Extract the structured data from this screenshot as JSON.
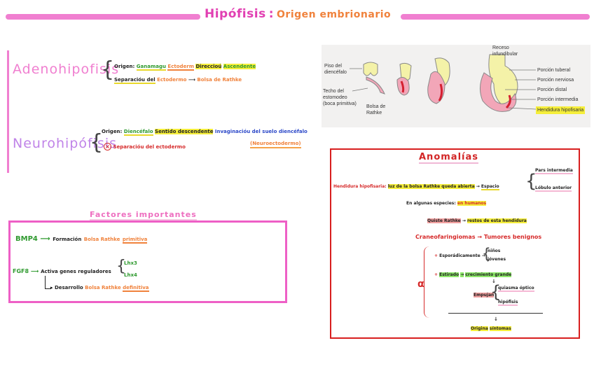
{
  "header": {
    "title": "Hipófisis",
    "separator": ":",
    "subtitle": "Origen embrionario"
  },
  "adeno": {
    "title": "Adenohipofisis",
    "origen_label": "Origen:",
    "origen_1": "Ganamagu",
    "origen_2": "Ectoderm",
    "origen_3": "Direccioú",
    "origen_4": "Ascendente",
    "sep_label": "Separacióu del",
    "sep_from": "Ectodermo",
    "sep_to": "Bolsa de Rathke"
  },
  "neuro": {
    "title": "Neurohipófisis",
    "origen_label": "Origen:",
    "origen_1": "Diencéfalo",
    "origen_2": "Sentido descendente",
    "origen_3": "Invaginacióu del suelo diencéfalo",
    "neuro": "(Neuroectodermo)",
    "no_sep": "Separacióu del ectodermo"
  },
  "factors": {
    "title": "Factores importantes",
    "bmp": "BMP4",
    "bmp_text": "Formación",
    "bmp_detail": "Bolsa Rathke",
    "bmp_primitive": "primitiva",
    "fgf": "FGF8",
    "fgf_text": "Activa genes reguladores",
    "gene1": "Lhx3",
    "gene2": "Lhx4",
    "desarrollo": "Desarrollo",
    "des_detail": "Bolsa Rathke",
    "des_def": "definitiva"
  },
  "figure": {
    "label_piso": "Piso del diencéfalo",
    "label_techo": "Techo del estomodeo (boca primitiva)",
    "label_bolsa": "Bolsa de Rathke",
    "label_receso": "Receso infundibular",
    "label_tuberal": "Porción tuberal",
    "label_nerviosa": "Porción nerviosa",
    "label_distal": "Porción distal",
    "label_intermedia": "Porción intermedia",
    "label_hendidura": "Hendidura hipofisaria"
  },
  "anomalias": {
    "title": "Anomalías",
    "hendidura": "Hendidura hipofisaria:",
    "hendidura_text": "luz de la bolsa Rathke queda abierta",
    "espacio": "Espacio",
    "pars1": "Pars intermedia",
    "pars2": "Lóbulo anterior",
    "especies": "En algunas especies:",
    "humanos": "en humanos",
    "quiste": "Quiste Rathke",
    "restos": "restos de esta hendidura",
    "cranio": "Craneofaringiomas",
    "tumores": "Tumores benignos",
    "esporadico": "Esporádicamente",
    "ninos": "niños",
    "jovenes": "jóvenes",
    "estirado": "Estirado",
    "crecimiento": "crecimiento grande",
    "empujan": "Empujan",
    "quiasma": "quiasma óptico",
    "hipofisis": "hipófisis",
    "origina": "Origina",
    "sintomas": "síntomas"
  }
}
